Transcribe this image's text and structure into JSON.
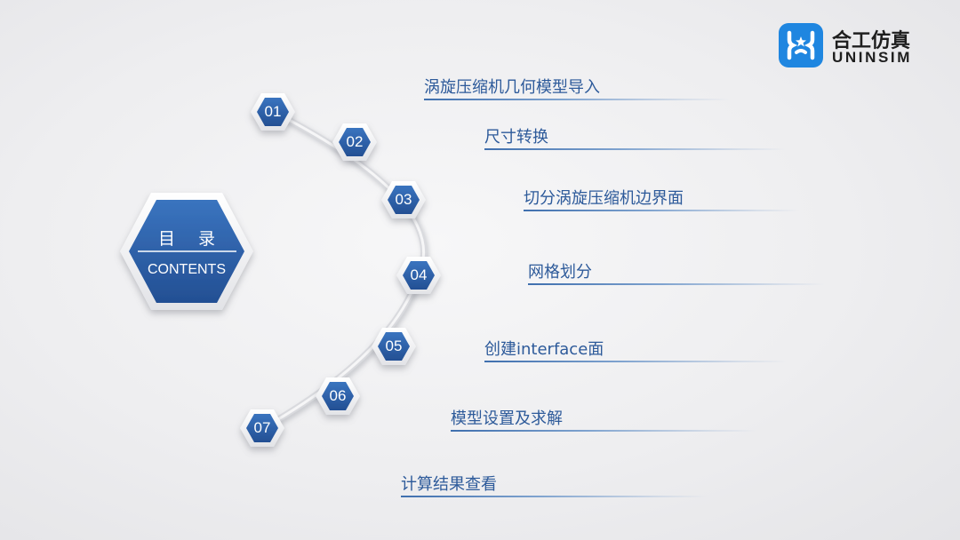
{
  "brand": {
    "name_cn": "合工仿真",
    "name_en": "UNINSIM",
    "color": "#1f86e0"
  },
  "contents": {
    "title": "目 录",
    "subtitle": "CONTENTS",
    "hex_color": "#2e64ad"
  },
  "items": [
    {
      "number": "01",
      "label": "涡旋压缩机几何模型导入"
    },
    {
      "number": "02",
      "label": "尺寸转换"
    },
    {
      "number": "03",
      "label": "切分涡旋压缩机边界面"
    },
    {
      "number": "04",
      "label": "网格划分"
    },
    {
      "number": "05",
      "label": "创建interface面"
    },
    {
      "number": "06",
      "label": "模型设置及求解"
    },
    {
      "number": "07",
      "label": "计算结果查看"
    }
  ],
  "colors": {
    "accent": "#2e64ad",
    "text": "#2d5a9a",
    "background": "#eeeef0"
  }
}
